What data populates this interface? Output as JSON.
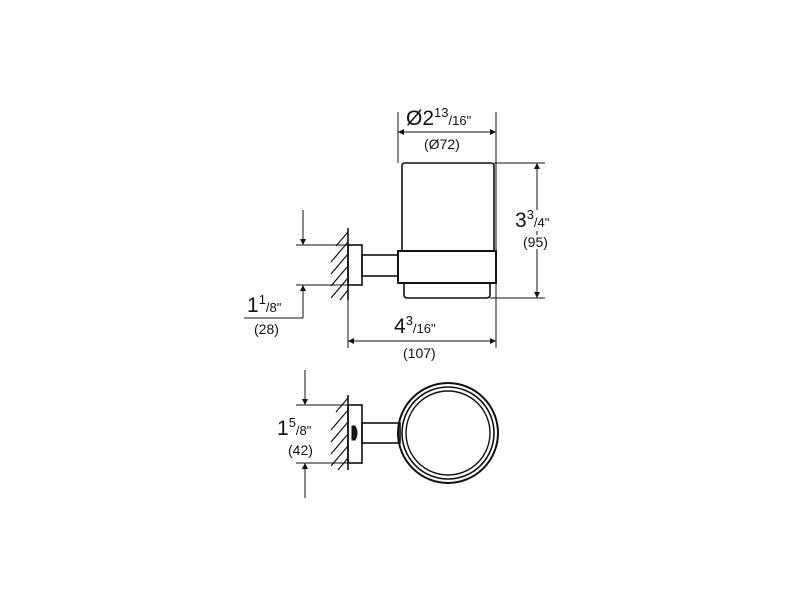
{
  "drawing": {
    "title": "Tumbler holder dimension drawing",
    "views": [
      "side-view",
      "top-view"
    ],
    "stroke_color": "#111111",
    "background": "#ffffff"
  },
  "dimensions": {
    "diameter": {
      "prefix": "Ø2",
      "num": "13",
      "den": "16",
      "inch_mark": "\"",
      "mm": "(Ø72)"
    },
    "height": {
      "whole": "3",
      "num": "3",
      "den": "4",
      "inch_mark": "\"",
      "mm": "(95)"
    },
    "projection": {
      "whole": "4",
      "num": "3",
      "den": "16",
      "inch_mark": "\"",
      "mm": "(107)"
    },
    "flange_side": {
      "whole": "1",
      "num": "1",
      "den": "8",
      "inch_mark": "\"",
      "mm": "(28)"
    },
    "flange_top": {
      "whole": "1",
      "num": "5",
      "den": "8",
      "inch_mark": "\"",
      "mm": "(42)"
    }
  }
}
